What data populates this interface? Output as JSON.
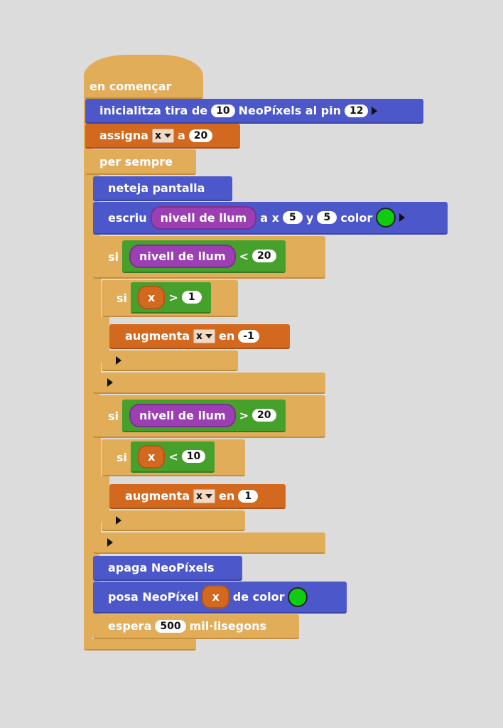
{
  "hat": {
    "label": "en començar"
  },
  "init_strip": {
    "label_a": "inicialitza tira de",
    "count": "10",
    "label_b": "NeoPíxels al pin",
    "pin": "12"
  },
  "assign": {
    "label_a": "assigna",
    "var": "x",
    "label_b": "a",
    "value": "20"
  },
  "forever": {
    "label": "per sempre"
  },
  "clear": {
    "label": "neteja pantalla"
  },
  "write": {
    "label": "escriu",
    "sensor": "nivell de llum",
    "label_x": "a x",
    "x": "5",
    "label_y": "y",
    "y": "5",
    "label_color": "color",
    "color": "#10cc10"
  },
  "if1": {
    "label": "si",
    "sensor": "nivell de llum",
    "op": "<",
    "value": "20"
  },
  "if1_inner": {
    "label": "si",
    "var": "x",
    "op": ">",
    "value": "1"
  },
  "change1": {
    "label_a": "augmenta",
    "var": "x",
    "label_b": "en",
    "value": "-1"
  },
  "if2": {
    "label": "si",
    "sensor": "nivell de llum",
    "op": ">",
    "value": "20"
  },
  "if2_inner": {
    "label": "si",
    "var": "x",
    "op": "<",
    "value": "10"
  },
  "change2": {
    "label_a": "augmenta",
    "var": "x",
    "label_b": "en",
    "value": "1"
  },
  "off": {
    "label": "apaga NeoPíxels"
  },
  "set_pixel": {
    "label_a": "posa NeoPíxel",
    "var": "x",
    "label_b": "de color",
    "color": "#10cc10"
  },
  "wait": {
    "label_a": "espera",
    "value": "500",
    "label_b": "mil·lisegons"
  }
}
